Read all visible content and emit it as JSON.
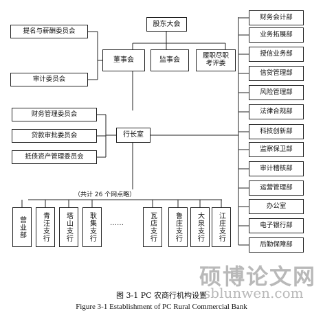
{
  "org": {
    "shareholders": "股东大会",
    "board": "董事会",
    "supervisors": "监事会",
    "performance_committee": "履职尽职考评委",
    "president_office": "行长室",
    "left_committees": [
      "提名与薪酬委员会",
      "审计委员会"
    ],
    "mid_committees": [
      "财务管理委员会",
      "贷款审批委员会",
      "抵债资产管理委员会"
    ],
    "departments": [
      "财务会计部",
      "业务拓展部",
      "授信业务部",
      "信贷管理部",
      "风险管理部",
      "法律合规部",
      "科技创新部",
      "监察保卫部",
      "审计稽核部",
      "运营管理部",
      "办公室",
      "电子银行部",
      "后勤保障部"
    ],
    "branches_note": "（共计 26 个网点略）",
    "branches": [
      "营业部",
      "青汪支行",
      "塔山支行",
      "耿集支行",
      "瓦店支行",
      "鲁庄支行",
      "大泉支行",
      "江庄支行"
    ],
    "ellipsis": "……"
  },
  "caption": {
    "cn": "图 3-1  PC 农商行机构设置",
    "en": "Figure 3-1 Establishment of PC Rural Commercial Bank"
  },
  "watermark": {
    "cn": "硕博论文网",
    "url": "sblunwen.com"
  }
}
